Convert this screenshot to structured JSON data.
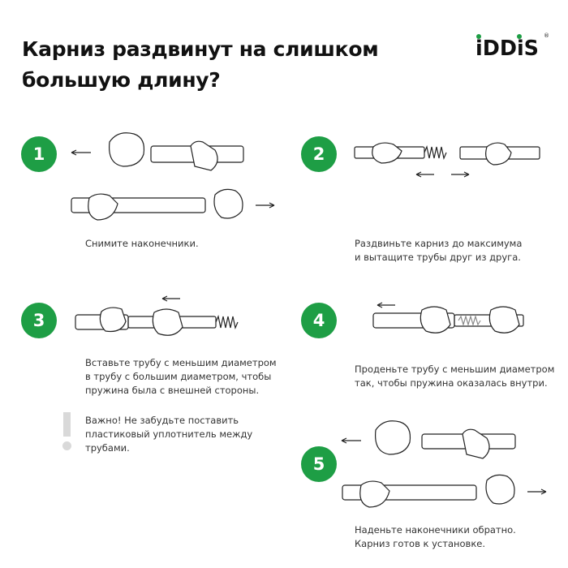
{
  "title": [
    "Карниз раздвинут на слишком",
    "большую длину?"
  ],
  "logo": {
    "text": "IDDIS",
    "registered": "®",
    "accent_color": "#1e9e45"
  },
  "accent_color": "#1e9e45",
  "steps": [
    {
      "number": "1",
      "lines": [
        "Снимите наконечники."
      ]
    },
    {
      "number": "2",
      "lines": [
        "Раздвиньте карниз до максимума",
        "и вытащите трубы друг из друга."
      ]
    },
    {
      "number": "3",
      "lines": [
        "Вставьте трубу с меньшим диаметром",
        "в трубу с большим диаметром, чтобы",
        "пружина была с внешней стороны."
      ]
    },
    {
      "number": "4",
      "lines": [
        "Проденьте трубу с меньшим диаметром",
        "так, чтобы пружина оказалась внутри."
      ]
    },
    {
      "number": "5",
      "lines": [
        "Наденьте наконечники обратно.",
        "Карниз готов к установке."
      ]
    }
  ],
  "warning": {
    "icon": "exclamation-icon",
    "lines": [
      "Важно! Не забудьте поставить",
      "пластиковый уплотнитель между",
      "трубами."
    ]
  }
}
